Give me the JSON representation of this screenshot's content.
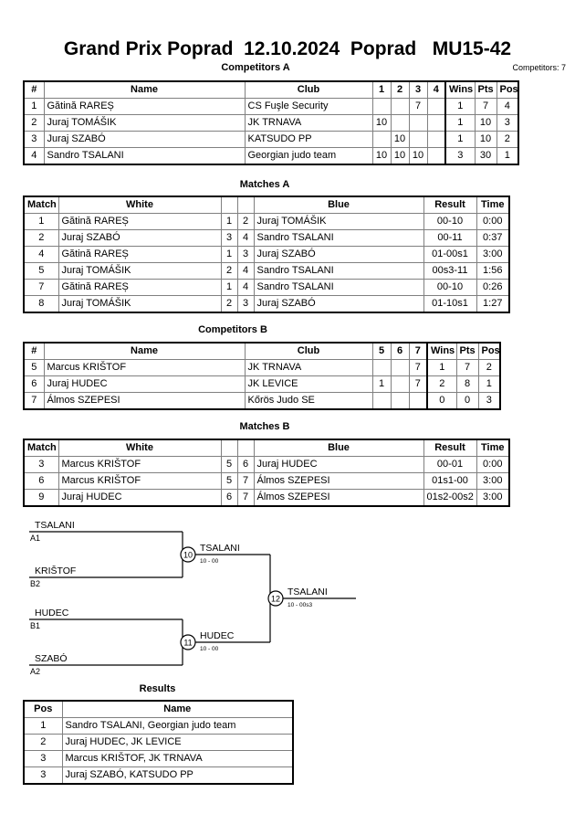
{
  "header": {
    "title": "Grand Prix Poprad  12.10.2024  Poprad   MU15-42",
    "competitors_count": "Competitors: 7"
  },
  "sections": {
    "competitors_a": "Competitors A",
    "matches_a": "Matches A",
    "competitors_b": "Competitors B",
    "matches_b": "Matches B",
    "results": "Results"
  },
  "competitors_a": {
    "columns": [
      "#",
      "Name",
      "Club",
      "1",
      "2",
      "3",
      "4",
      "Wins",
      "Pts",
      "Pos"
    ],
    "rows": [
      {
        "num": "1",
        "name": "Gătină RAREȘ",
        "club": "CS Fuşle Security",
        "m": [
          "",
          "",
          "7",
          ""
        ],
        "wins": "1",
        "pts": "7",
        "pos": "4"
      },
      {
        "num": "2",
        "name": "Juraj TOMÁŠIK",
        "club": "JK TRNAVA",
        "m": [
          "10",
          "",
          "",
          ""
        ],
        "wins": "1",
        "pts": "10",
        "pos": "3"
      },
      {
        "num": "3",
        "name": "Juraj SZABÓ",
        "club": "KATSUDO PP",
        "m": [
          "",
          "10",
          "",
          ""
        ],
        "wins": "1",
        "pts": "10",
        "pos": "2"
      },
      {
        "num": "4",
        "name": "Sandro TSALANI",
        "club": "Georgian judo team",
        "m": [
          "10",
          "10",
          "10",
          ""
        ],
        "wins": "3",
        "pts": "30",
        "pos": "1"
      }
    ]
  },
  "matches_a": {
    "columns": [
      "Match",
      "White",
      "",
      "",
      "Blue",
      "Result",
      "Time"
    ],
    "rows": [
      {
        "match": "1",
        "white": "Gătină RAREȘ",
        "ws": "1",
        "bs": "2",
        "blue": "Juraj TOMÁŠIK",
        "result": "00-10",
        "time": "0:00"
      },
      {
        "match": "2",
        "white": "Juraj SZABÓ",
        "ws": "3",
        "bs": "4",
        "blue": "Sandro TSALANI",
        "result": "00-11",
        "time": "0:37"
      },
      {
        "match": "4",
        "white": "Gătină RAREȘ",
        "ws": "1",
        "bs": "3",
        "blue": "Juraj SZABÓ",
        "result": "01-00s1",
        "time": "3:00"
      },
      {
        "match": "5",
        "white": "Juraj TOMÁŠIK",
        "ws": "2",
        "bs": "4",
        "blue": "Sandro TSALANI",
        "result": "00s3-11",
        "time": "1:56"
      },
      {
        "match": "7",
        "white": "Gătină RAREȘ",
        "ws": "1",
        "bs": "4",
        "blue": "Sandro TSALANI",
        "result": "00-10",
        "time": "0:26"
      },
      {
        "match": "8",
        "white": "Juraj TOMÁŠIK",
        "ws": "2",
        "bs": "3",
        "blue": "Juraj SZABÓ",
        "result": "01-10s1",
        "time": "1:27"
      }
    ]
  },
  "competitors_b": {
    "columns": [
      "#",
      "Name",
      "Club",
      "5",
      "6",
      "7",
      "Wins",
      "Pts",
      "Pos"
    ],
    "rows": [
      {
        "num": "5",
        "name": "Marcus KRIŠTOF",
        "club": "JK TRNAVA",
        "m": [
          "",
          "",
          "7"
        ],
        "wins": "1",
        "pts": "7",
        "pos": "2"
      },
      {
        "num": "6",
        "name": "Juraj HUDEC",
        "club": "JK LEVICE",
        "m": [
          "1",
          "",
          "7"
        ],
        "wins": "2",
        "pts": "8",
        "pos": "1"
      },
      {
        "num": "7",
        "name": "Álmos SZEPESI",
        "club": "Kőrös Judo SE",
        "m": [
          "",
          "",
          ""
        ],
        "wins": "0",
        "pts": "0",
        "pos": "3"
      }
    ]
  },
  "matches_b": {
    "columns": [
      "Match",
      "White",
      "",
      "",
      "Blue",
      "Result",
      "Time"
    ],
    "rows": [
      {
        "match": "3",
        "white": "Marcus KRIŠTOF",
        "ws": "5",
        "bs": "6",
        "blue": "Juraj HUDEC",
        "result": "00-01",
        "time": "0:00"
      },
      {
        "match": "6",
        "white": "Marcus KRIŠTOF",
        "ws": "5",
        "bs": "7",
        "blue": "Álmos SZEPESI",
        "result": "01s1-00",
        "time": "3:00"
      },
      {
        "match": "9",
        "white": "Juraj HUDEC",
        "ws": "6",
        "bs": "7",
        "blue": "Álmos SZEPESI",
        "result": "01s2-00s2",
        "time": "3:00"
      }
    ]
  },
  "bracket": {
    "entries": [
      {
        "name": "TSALANI",
        "seed": "A1"
      },
      {
        "name": "KRIŠTOF",
        "seed": "B2"
      },
      {
        "name": "HUDEC",
        "seed": "B1"
      },
      {
        "name": "SZABÓ",
        "seed": "A2"
      }
    ],
    "matches": [
      {
        "number": "10",
        "winner": "TSALANI",
        "score": "10 - 00"
      },
      {
        "number": "11",
        "winner": "HUDEC",
        "score": "10 - 00"
      },
      {
        "number": "12",
        "winner": "TSALANI",
        "score": "10 - 00s3"
      }
    ]
  },
  "results": {
    "columns": [
      "Pos",
      "Name"
    ],
    "rows": [
      {
        "pos": "1",
        "name": "Sandro TSALANI, Georgian judo team"
      },
      {
        "pos": "2",
        "name": "Juraj HUDEC, JK LEVICE"
      },
      {
        "pos": "3",
        "name": "Marcus KRIŠTOF, JK TRNAVA"
      },
      {
        "pos": "3",
        "name": "Juraj SZABÓ, KATSUDO PP"
      }
    ]
  }
}
